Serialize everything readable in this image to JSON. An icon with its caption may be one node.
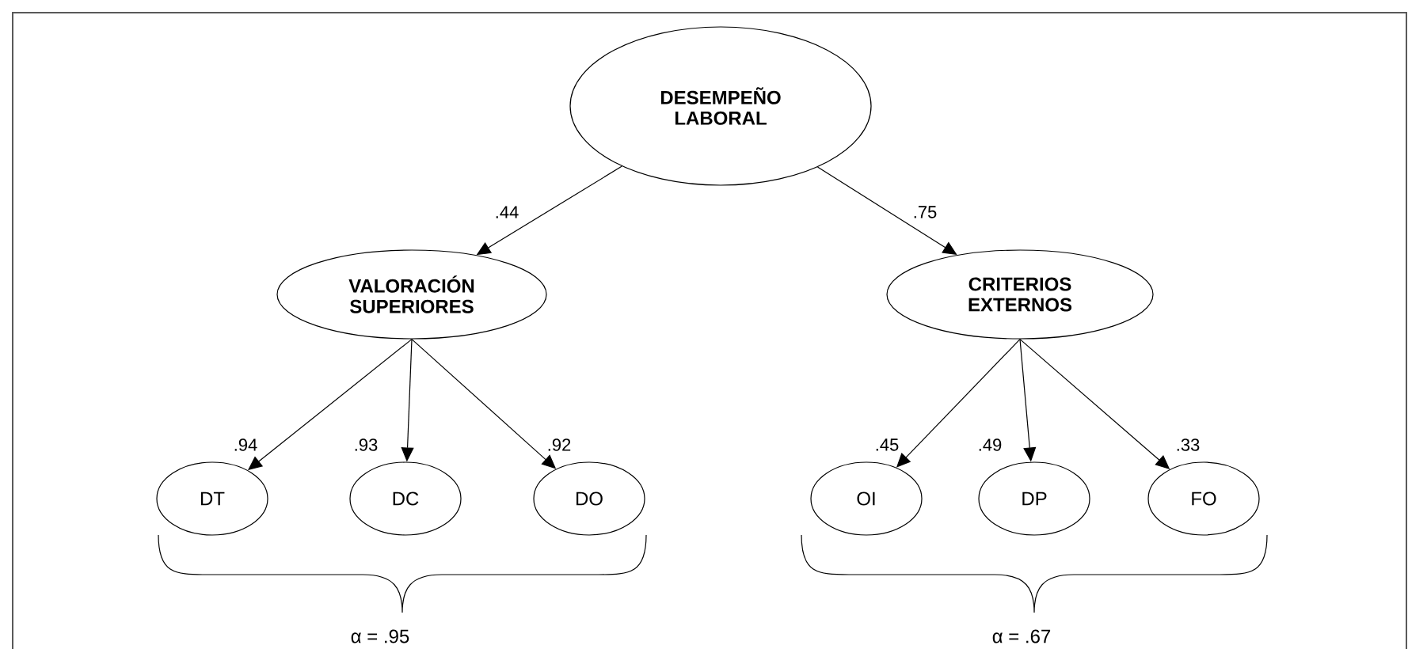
{
  "diagram": {
    "nodes": [
      {
        "text": [
          "DESEMPEÑO LABORAL"
        ]
      },
      {
        "text": [
          "VALORACIÓN SUPERIORES"
        ]
      },
      {
        "text": [
          "CRITERIOS EXTERNOS"
        ]
      },
      {
        "text": [
          "DT"
        ]
      },
      {
        "text": [
          "DC"
        ]
      },
      {
        "text": [
          "DO"
        ]
      },
      {
        "text": [
          "OI"
        ]
      },
      {
        "text": [
          "DP"
        ]
      },
      {
        "text": [
          "FO"
        ]
      }
    ],
    "edges": [
      {
        "from": 0,
        "to": 1,
        "arrow": "to",
        "label": ".44"
      },
      {
        "from": 0,
        "to": 2,
        "arrow": "to",
        "label": ".75"
      },
      {
        "from": 1,
        "to": 3,
        "arrow": "to",
        "label": ".94"
      },
      {
        "from": 1,
        "to": 4,
        "arrow": "to",
        "label": ".93"
      },
      {
        "from": 1,
        "to": 5,
        "arrow": "to",
        "label": ".92"
      },
      {
        "from": 2,
        "to": 6,
        "arrow": "to",
        "label": ".45"
      },
      {
        "from": 2,
        "to": 7,
        "arrow": "to",
        "label": ".49"
      },
      {
        "from": 2,
        "to": 8,
        "arrow": "to",
        "label": ".33"
      }
    ],
    "labels": [
      "α = .95",
      "α = .67"
    ]
  }
}
